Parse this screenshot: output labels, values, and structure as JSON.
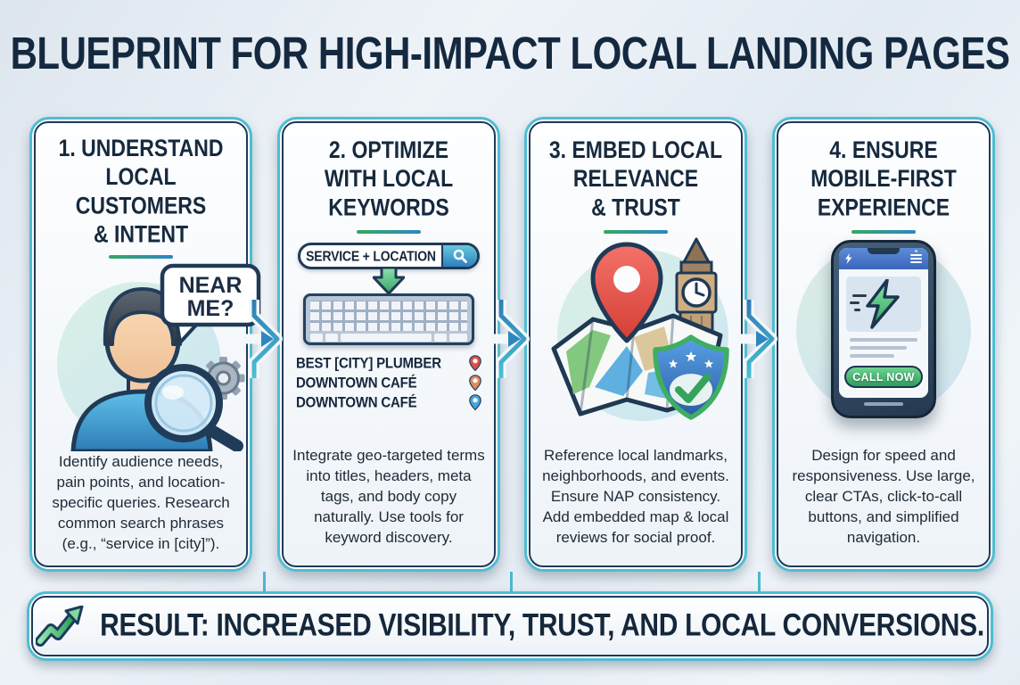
{
  "title": "BLUEPRINT FOR HIGH-IMPACT LOCAL LANDING PAGES",
  "colors": {
    "background": "#e7edf3",
    "card_border_teal": "#4dbdd3",
    "card_border_navy": "#1f3a56",
    "heading_text": "#16293d",
    "body_text": "#1f2a36",
    "underline_green": "#35a862",
    "underline_blue": "#2e86c1",
    "cta_green": "#2f9e5c"
  },
  "steps": [
    {
      "heading_lines": [
        "1. UNDERSTAND",
        "LOCAL CUSTOMERS",
        "& INTENT"
      ],
      "illustration": {
        "bubble_lines": [
          "NEAR",
          "ME?"
        ]
      },
      "body": "Identify audience needs, pain points, and location-specific queries. Research common search phrases (e.g., “service in [city]”)."
    },
    {
      "heading_lines": [
        "2. OPTIMIZE",
        "WITH LOCAL",
        "KEYWORDS"
      ],
      "illustration": {
        "search_text": "SERVICE + LOCATION",
        "keywords": [
          {
            "label": "BEST [CITY] PLUMBER",
            "pin_color": "#dd5148"
          },
          {
            "label": "DOWNTOWN CAFÉ",
            "pin_color": "#de8a5e"
          },
          {
            "label": "DOWNTOWN CAFÉ",
            "pin_color": "#4aa4d9"
          }
        ]
      },
      "body": "Integrate geo-targeted terms into titles, headers, meta tags, and body copy naturally. Use tools for keyword discovery."
    },
    {
      "heading_lines": [
        "3. EMBED LOCAL",
        "RELEVANCE",
        "& TRUST"
      ],
      "body": "Reference local landmarks, neighborhoods, and events. Ensure NAP consistency. Add embedded map & local reviews for social proof."
    },
    {
      "heading_lines": [
        "4. ENSURE",
        "MOBILE-FIRST",
        "EXPERIENCE"
      ],
      "illustration": {
        "cta_label": "CALL NOW"
      },
      "body": "Design for speed and responsiveness. Use large, clear CTAs, click-to-call buttons, and simplified navigation."
    }
  ],
  "result": {
    "text": "RESULT: INCREASED VISIBILITY, TRUST, AND LOCAL CONVERSIONS."
  }
}
